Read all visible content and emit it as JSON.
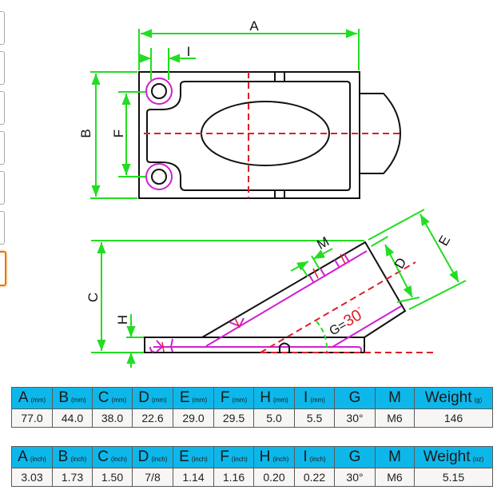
{
  "thumbnails": {
    "count": 7,
    "active_index": 6
  },
  "drawing": {
    "colors": {
      "outline": "#111111",
      "dimension": "#22dd22",
      "centerline": "#dd1f2a",
      "weld": "#d020d0"
    },
    "labels": {
      "A": "A",
      "B": "B",
      "C": "C",
      "D": "D",
      "E": "E",
      "F": "F",
      "H": "H",
      "I": "I",
      "M": "M",
      "G_prefix": "G=",
      "G_value": "30",
      "G_degree": "°"
    }
  },
  "tables": [
    {
      "name": "metric",
      "headers": [
        {
          "letter": "A",
          "unit": "(mm)"
        },
        {
          "letter": "B",
          "unit": "(mm)"
        },
        {
          "letter": "C",
          "unit": "(mm)"
        },
        {
          "letter": "D",
          "unit": "(mm)"
        },
        {
          "letter": "E",
          "unit": "(mm)"
        },
        {
          "letter": "F",
          "unit": "(mm)"
        },
        {
          "letter": "H",
          "unit": "(mm)"
        },
        {
          "letter": "I",
          "unit": "(mm)"
        },
        {
          "letter": "G",
          "unit": ""
        },
        {
          "letter": "M",
          "unit": ""
        },
        {
          "letter": "Weight",
          "unit": "(g)"
        }
      ],
      "values": [
        "77.0",
        "44.0",
        "38.0",
        "22.6",
        "29.0",
        "29.5",
        "5.0",
        "5.5",
        "30°",
        "M6",
        "146"
      ]
    },
    {
      "name": "imperial",
      "headers": [
        {
          "letter": "A",
          "unit": "(inch)"
        },
        {
          "letter": "B",
          "unit": "(inch)"
        },
        {
          "letter": "C",
          "unit": "(inch)"
        },
        {
          "letter": "D",
          "unit": "(inch)"
        },
        {
          "letter": "E",
          "unit": "(inch)"
        },
        {
          "letter": "F",
          "unit": "(inch)"
        },
        {
          "letter": "H",
          "unit": "(inch)"
        },
        {
          "letter": "I",
          "unit": "(inch)"
        },
        {
          "letter": "G",
          "unit": ""
        },
        {
          "letter": "M",
          "unit": ""
        },
        {
          "letter": "Weight",
          "unit": "(oz)"
        }
      ],
      "values": [
        "3.03",
        "1.73",
        "1.50",
        "7/8",
        "1.14",
        "1.16",
        "0.20",
        "0.22",
        "30°",
        "M6",
        "5.15"
      ]
    }
  ]
}
